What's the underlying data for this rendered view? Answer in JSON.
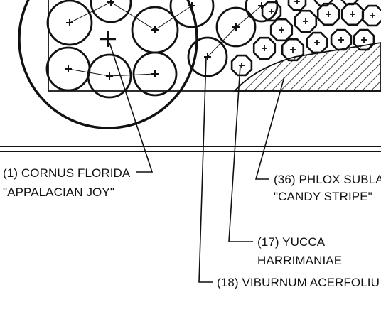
{
  "colors": {
    "ink": "#111111",
    "paper": "#ffffff"
  },
  "plant_callouts": [
    {
      "line1": "(1) CORNUS FLORIDA",
      "line2": "\"APPALACIAN JOY\""
    },
    {
      "line1": "(36) PHLOX SUBLA",
      "line2": "\"CANDY STRIPE\""
    },
    {
      "line1": "(17) YUCCA",
      "line2": "HARRIMANIAE"
    },
    {
      "line1": "(18) VIBURNUM ACERFOLIU",
      "line2": ""
    }
  ]
}
